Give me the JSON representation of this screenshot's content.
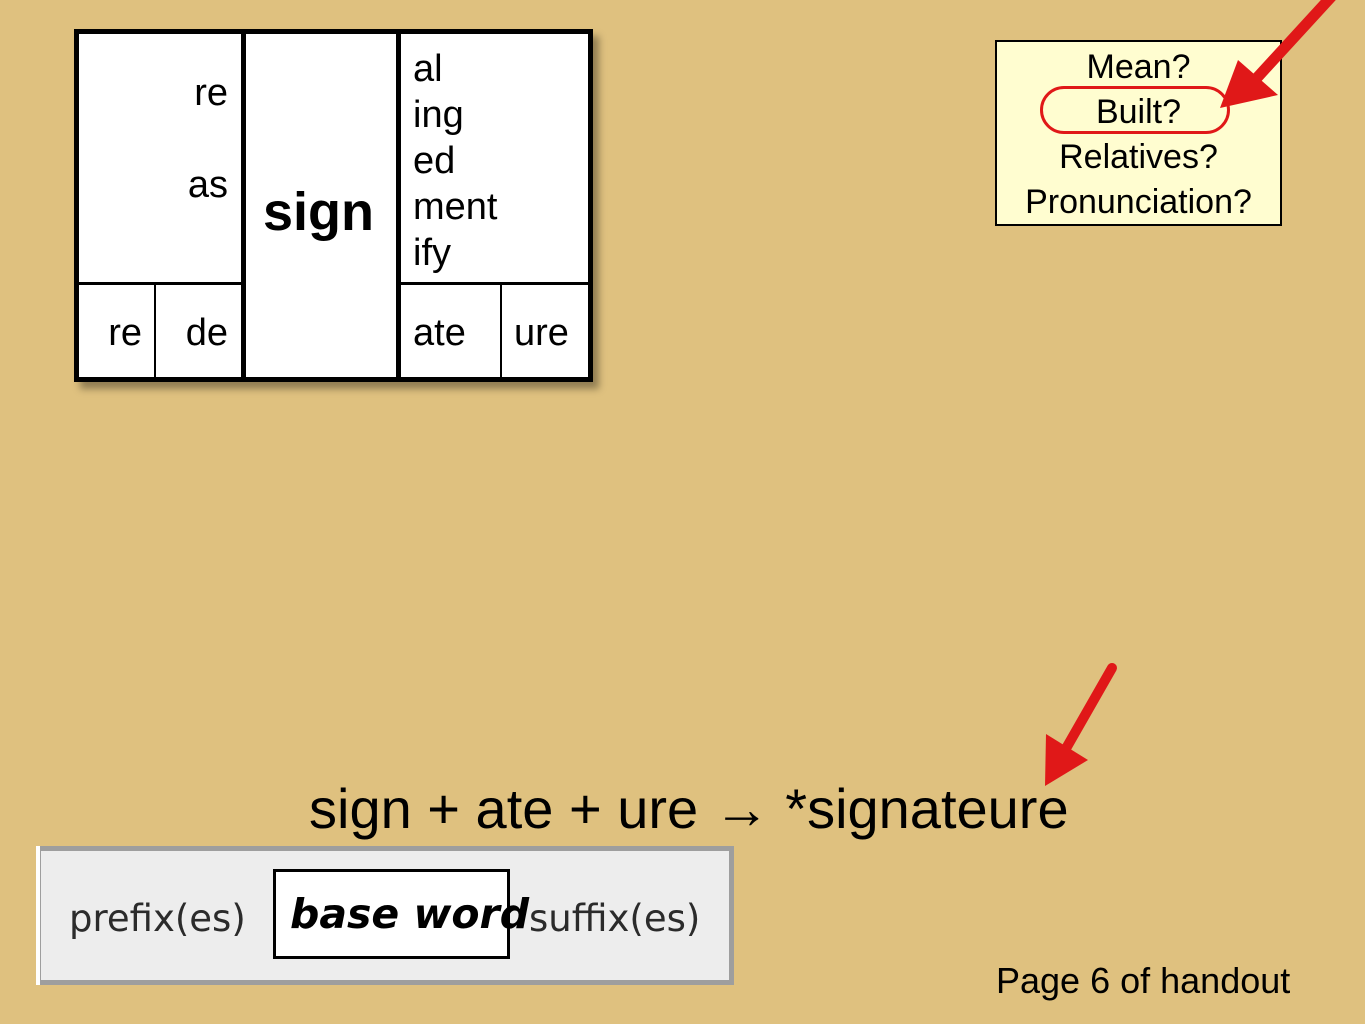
{
  "matrix": {
    "prefixes_upper": [
      "re",
      "as"
    ],
    "prefixes_lower": [
      "re",
      "de"
    ],
    "base": "sign",
    "suffixes_upper": [
      "al",
      "ing",
      "ed",
      "ment",
      "ify"
    ],
    "suffixes_lower": [
      "ate",
      "ure"
    ]
  },
  "questions": {
    "items": [
      "Mean?",
      "Built?",
      "Relatives?",
      "Pronunciation?"
    ],
    "highlighted": "Built?"
  },
  "equation": "sign + ate + ure → *signateure",
  "legend": {
    "prefix": "prefix(es)",
    "base": "base word",
    "suffix": "suffix(es)"
  },
  "page_note": "Page 6 of handout",
  "colors": {
    "background": "#dfc17f",
    "question_box": "#fffdd0",
    "highlight": "#e01818",
    "arrow": "#e01818"
  },
  "icons": [
    "arrow-pointer-icon",
    "arrow-pointer-icon"
  ]
}
